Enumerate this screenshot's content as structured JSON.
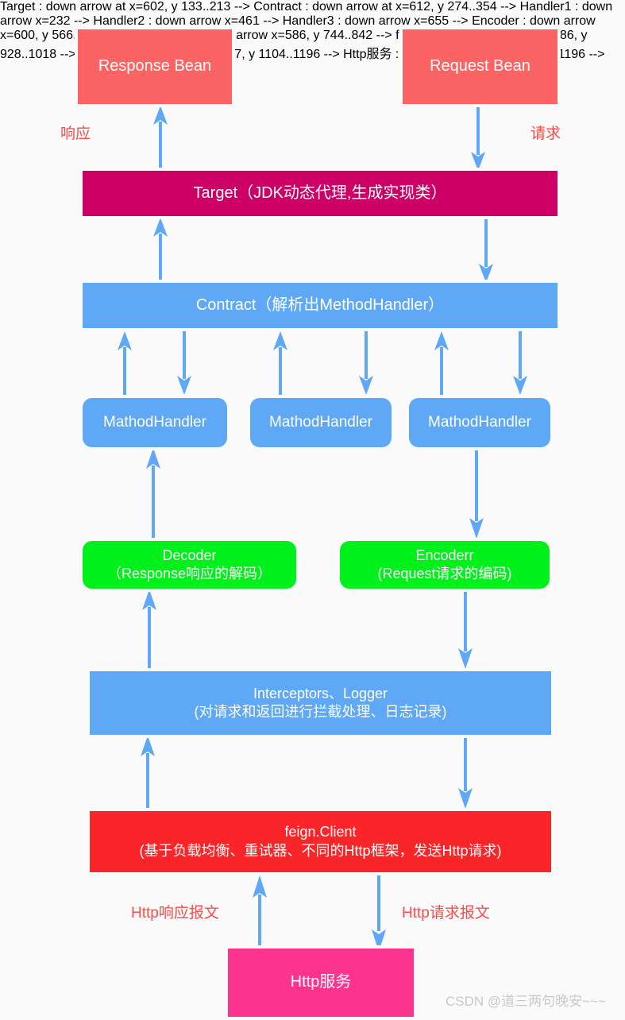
{
  "diagram": {
    "title": "Feign Request/Response Flow",
    "background_color": "#fafafa",
    "arrow_color": "#5fa8f5",
    "label_color": "#fb4b4a",
    "nodes": {
      "response_bean": {
        "label": "Response Bean",
        "color": "#fc6365",
        "shape": "rect"
      },
      "request_bean": {
        "label": "Request Bean",
        "color": "#fc6365",
        "shape": "rect"
      },
      "target": {
        "label": "Target（JDK动态代理,生成实现类）",
        "color": "#cc0065",
        "shape": "rect"
      },
      "contract": {
        "label": "Contract（解析出MethodHandler）",
        "color": "#5fa8f5",
        "shape": "rect"
      },
      "handler1": {
        "label": "MathodHandler",
        "color": "#5fa8f5",
        "shape": "pill"
      },
      "handler2": {
        "label": "MathodHandler",
        "color": "#5fa8f5",
        "shape": "pill"
      },
      "handler3": {
        "label": "MathodHandler",
        "color": "#5fa8f5",
        "shape": "pill"
      },
      "decoder": {
        "line1": "Decoder",
        "line2": "（Response响应的解码）",
        "color": "#00f01b",
        "shape": "pill"
      },
      "encoder": {
        "line1": "Encoderr",
        "line2": "(Request请求的编码)",
        "color": "#00f01b",
        "shape": "pill"
      },
      "interceptors": {
        "line1": "Interceptors、Logger",
        "line2": "(对请求和返回进行拦截处理、日志记录)",
        "color": "#5fa8f5",
        "shape": "rect"
      },
      "feign_client": {
        "line1": "feign.Client",
        "line2": "(基于负载均衡、重试器、不同的Http框架，发送Http请求)",
        "color": "#fa2528",
        "shape": "rect"
      },
      "http_service": {
        "label": "Http服务",
        "color": "#fd3390",
        "shape": "rect"
      }
    },
    "labels": {
      "response": "响应",
      "request": "请求",
      "http_response_message": "Http响应报文",
      "http_request_message": "Http请求报文"
    },
    "watermark": "CSDN @道三两句晚安~~~"
  }
}
